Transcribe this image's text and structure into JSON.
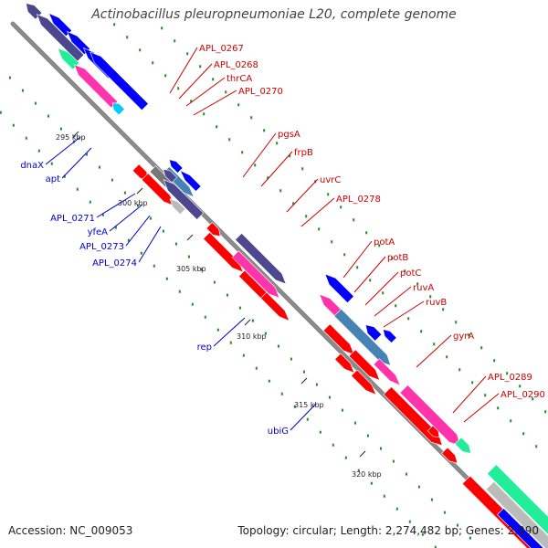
{
  "title": "Actinobacillus pleuropneumoniae L20, complete genome",
  "footer": {
    "accession": "Accession: NC_009053",
    "topology": "Topology: circular; Length: 2,274,482 bp; Genes: 2,090"
  },
  "scale_ticks": [
    "295 kbp",
    "300 kbp",
    "305 kbp",
    "310 kbp",
    "315 kbp",
    "320 kbp"
  ],
  "genes_forward": [
    "APL_0267",
    "APL_0268",
    "thrCA",
    "APL_0270",
    "pgsA",
    "frpB",
    "uvrC",
    "APL_0278",
    "potA",
    "potB",
    "potC",
    "ruvA",
    "ruvB",
    "gyrA",
    "APL_0289",
    "APL_0290"
  ],
  "genes_reverse": [
    "dnaX",
    "apt",
    "APL_0271",
    "yfeA",
    "APL_0273",
    "APL_0274",
    "rep",
    "ubiG"
  ],
  "colors": {
    "forward_label": "#cc0000",
    "reverse_label": "#0000cc",
    "backbone": "#8a8a8a",
    "forward_gene": "#ff0000",
    "reverse_gene": "#0000ff",
    "magenta": "#ff33aa",
    "steel": "#4682b4",
    "slate": "#4b4890",
    "teal": "#22ee99",
    "grey": "#bbbbbb",
    "dot": "#228b22"
  }
}
